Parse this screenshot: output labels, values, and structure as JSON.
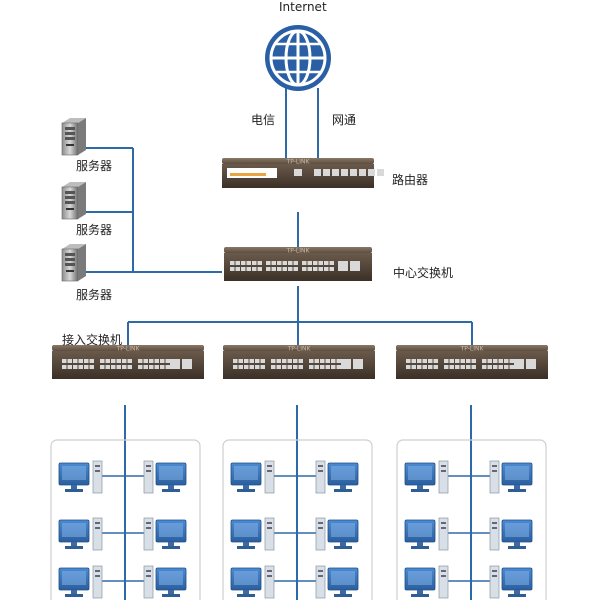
{
  "internet": {
    "label": "Internet"
  },
  "isp_links": {
    "left": "电信",
    "right": "网通"
  },
  "router": {
    "label": "路由器",
    "brand": "TP-LINK"
  },
  "core_switch": {
    "label": "中心交换机",
    "brand": "TP-LINK"
  },
  "access_switch": {
    "label": "接入交换机",
    "brand": "TP-LINK"
  },
  "servers": [
    {
      "label": "服务器"
    },
    {
      "label": "服务器"
    },
    {
      "label": "服务器"
    }
  ],
  "client_groups": [
    {
      "pcs": 6
    },
    {
      "pcs": 6
    },
    {
      "pcs": 6
    }
  ],
  "colors": {
    "link_line": "#2f6aa8",
    "globe": "#2a5fa6",
    "monitor": "#3b78c1",
    "device_body": "#4a3d32",
    "port": "#d9d9d9",
    "group_border": "#cfcfcf"
  }
}
